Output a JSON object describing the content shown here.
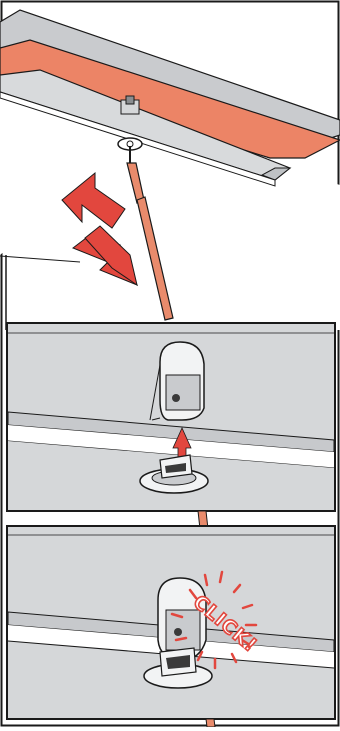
{
  "panels": [
    {
      "id": "overview",
      "caption": ""
    },
    {
      "id": "align",
      "caption": ""
    },
    {
      "id": "snap",
      "caption": "",
      "sound_text": "CLICK!"
    }
  ],
  "colors": {
    "accent_red": "#e2473e",
    "coral_rod": "#e98b6c",
    "salmon_band": "#ec8466",
    "panel_grey": "#d5d7d9",
    "outline": "#1a1a1a"
  },
  "icons": [
    "arrow-up-icon",
    "arrow-down-icon",
    "arrow-up-icon",
    "click-burst-icon"
  ]
}
